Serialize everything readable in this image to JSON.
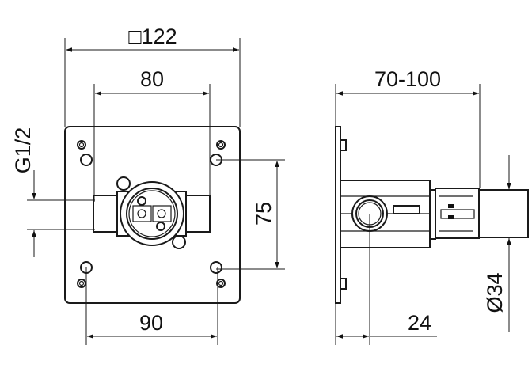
{
  "front_view": {
    "dim_width": "□122",
    "dim_inner": "80",
    "dim_holes_h": "90",
    "dim_holes_v": "75",
    "dim_thread": "G1/2"
  },
  "side_view": {
    "dim_depth": "70-100",
    "dim_offset": "24",
    "dim_diameter": "Ø34"
  }
}
